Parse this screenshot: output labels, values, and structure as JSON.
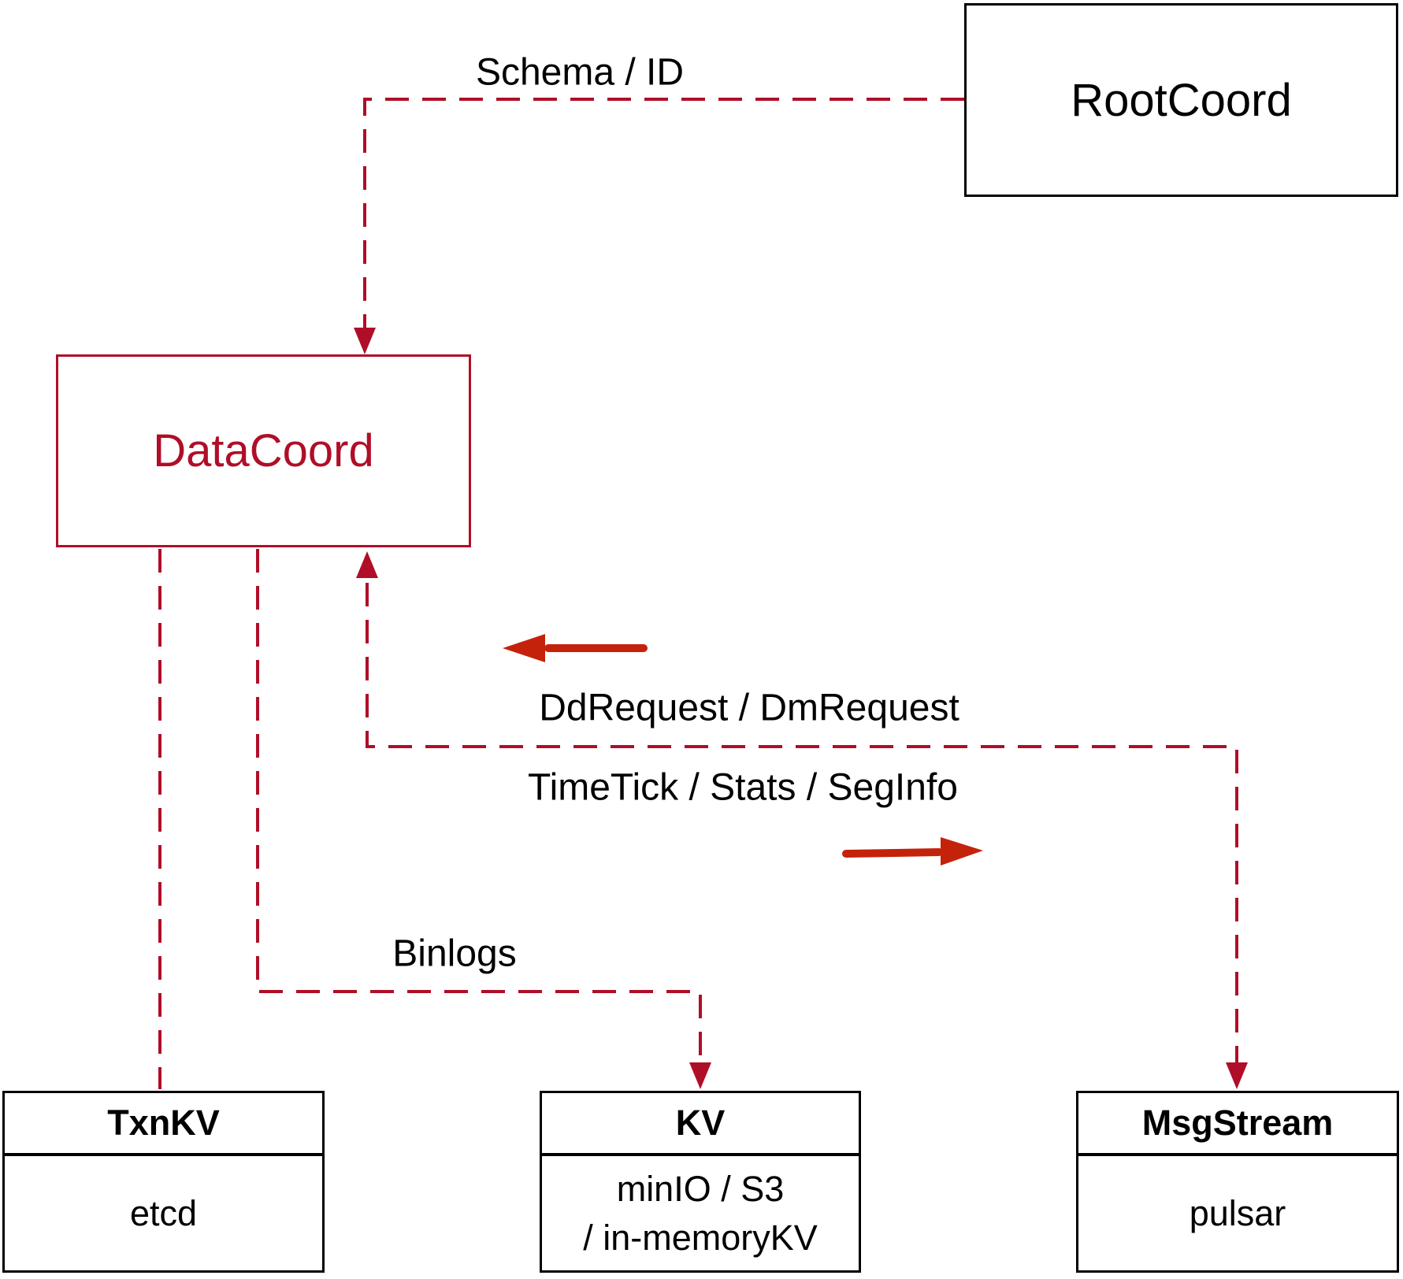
{
  "colors": {
    "line_crimson": "#B00E28",
    "solid_arrow_red": "#C5220B",
    "box_border_black": "#000000",
    "background": "#FFFFFF"
  },
  "nodes": {
    "rootcoord": {
      "label": "RootCoord"
    },
    "datacoord": {
      "label": "DataCoord"
    },
    "txnkv": {
      "title": "TxnKV",
      "body": "etcd"
    },
    "kv": {
      "title": "KV",
      "body_line1": "minIO / S3",
      "body_line2": "/ in-memoryKV"
    },
    "msgstream": {
      "title": "MsgStream",
      "body": "pulsar"
    }
  },
  "edges": {
    "schema_label": "Schema / ID",
    "ddrequest_label": "DdRequest / DmRequest",
    "timetick_label": "TimeTick / Stats / SegInfo",
    "binlogs_label": "Binlogs"
  }
}
